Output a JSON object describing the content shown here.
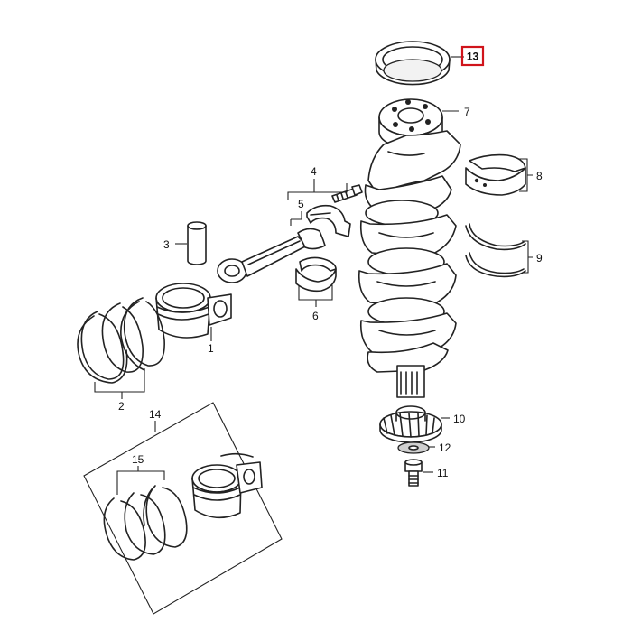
{
  "callouts": {
    "p1": "1",
    "p2": "2",
    "p3": "3",
    "p4": "4",
    "p5": "5",
    "p6": "6",
    "p7": "7",
    "p8": "8",
    "p9": "9",
    "p10": "10",
    "p11": "11",
    "p12": "12",
    "p13": "13",
    "p14": "14",
    "p15": "15"
  },
  "highlight": {
    "part": "13",
    "color": "#d0141b"
  },
  "colors": {
    "line": "#222222",
    "shade": "#d9d9d9",
    "background": "#ffffff"
  }
}
